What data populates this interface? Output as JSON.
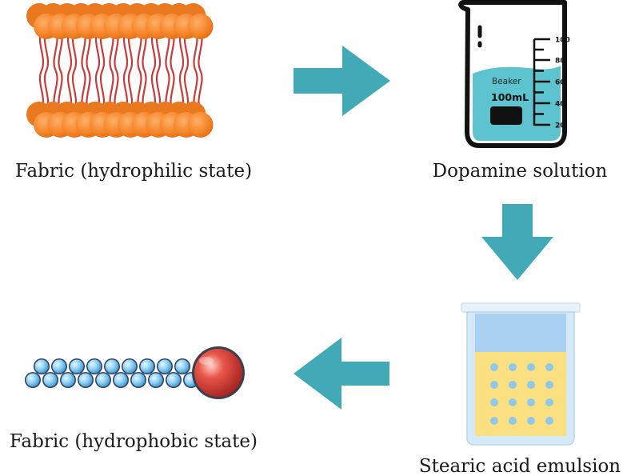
{
  "steps": [
    {
      "label": "Fabric (hydrophilic state)"
    },
    {
      "label": "Dopamine solution"
    },
    {
      "label": "Stearic acid emulsion"
    },
    {
      "label": "Fabric (hydrophobic state)"
    }
  ],
  "beaker": {
    "name": "Beaker",
    "volume": "100mL",
    "scale": [
      "100",
      "80",
      "60",
      "40",
      "20"
    ]
  },
  "colors": {
    "arrow": "#41aab6",
    "lipid_head": "#f7882c",
    "lipid_tail": "#c93a3a",
    "solution": "#5cc3cf",
    "emulsion": "#fbe082",
    "emulsion_dots": "#8fc8eb",
    "bead": "#8cd0f4",
    "head_sphere": "#d9332f"
  }
}
